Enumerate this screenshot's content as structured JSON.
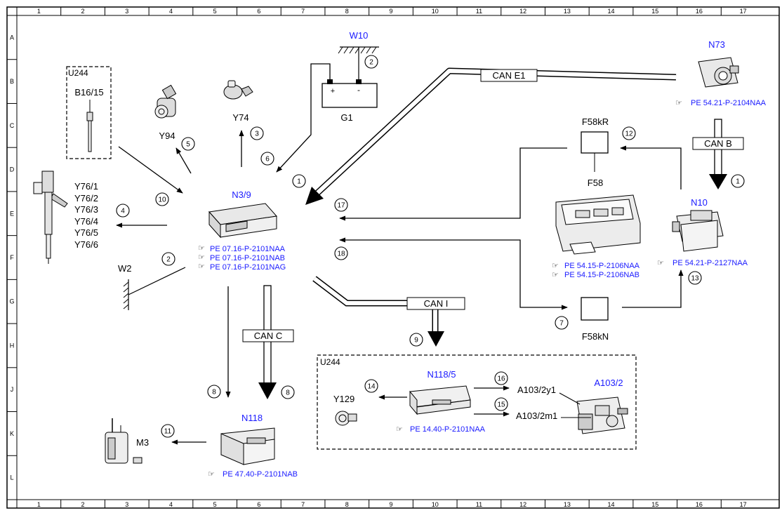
{
  "frame": {
    "columns": [
      "1",
      "2",
      "3",
      "4",
      "5",
      "6",
      "7",
      "8",
      "9",
      "10",
      "11",
      "12",
      "13",
      "14",
      "15",
      "16",
      "17"
    ],
    "rows": [
      "A",
      "B",
      "C",
      "D",
      "E",
      "F",
      "G",
      "H",
      "J",
      "K",
      "L"
    ]
  },
  "components": {
    "w10": "W10",
    "g1": "G1",
    "g1_plus": "+",
    "g1_minus": "-",
    "u244_top": "U244",
    "b16": "B16/15",
    "y94": "Y94",
    "y74": "Y74",
    "y76": [
      "Y76/1",
      "Y76/2",
      "Y76/3",
      "Y76/4",
      "Y76/5",
      "Y76/6"
    ],
    "w2": "W2",
    "n39": "N3/9",
    "f58kr": "F58kR",
    "f58": "F58",
    "f58kn": "F58kN",
    "n73": "N73",
    "n10": "N10",
    "n118": "N118",
    "m3": "M3",
    "u244_bottom": "U244",
    "n118_5": "N118/5",
    "y129": "Y129",
    "a103_2": "A103/2",
    "a103_2y1": "A103/2y1",
    "a103_2m1": "A103/2m1"
  },
  "buses": {
    "can_e1": "CAN E1",
    "can_b": "CAN B",
    "can_c": "CAN C",
    "can_i": "CAN I"
  },
  "references": {
    "n73": "PE 54.21-P-2104NAA",
    "n39": [
      "PE 07.16-P-2101NAA",
      "PE 07.16-P-2101NAB",
      "PE 07.16-P-2101NAG"
    ],
    "f58": [
      "PE 54.15-P-2106NAA",
      "PE 54.15-P-2106NAB"
    ],
    "n10": "PE 54.21-P-2127NAA",
    "n118_5": "PE 14.40-P-2101NAA",
    "n118": "PE 47.40-P-2101NAB"
  },
  "callouts": [
    "1",
    "2",
    "3",
    "4",
    "5",
    "6",
    "7",
    "8",
    "9",
    "10",
    "11",
    "12",
    "13",
    "14",
    "15",
    "16",
    "17",
    "18"
  ],
  "colors": {
    "line": "#000000",
    "link": "#1a1aff",
    "frame": "#000000"
  }
}
